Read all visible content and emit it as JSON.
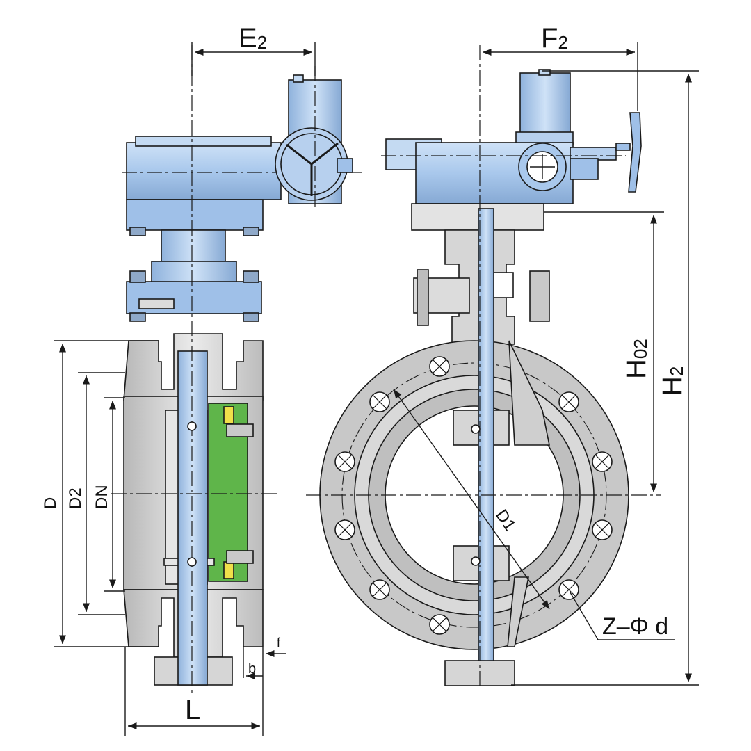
{
  "labels": {
    "e2": "E",
    "e2_sub": "2",
    "f2": "F",
    "f2_sub": "2",
    "h02": "H",
    "h02_sub": "02",
    "h2": "H",
    "h2_sub": "2",
    "d": "D",
    "d2": "D2",
    "dn": "DN",
    "d1": "D1",
    "l": "L",
    "b": "b",
    "f": "f",
    "zphid": "Z–Φ d"
  },
  "colors": {
    "line": "#1a1a1a",
    "actuator_blue": "#a9c8ec",
    "shaft_blue": "#8fb5e0",
    "body_grey": "#cfcfcf",
    "body_light": "#e3e3e3",
    "seal_green": "#5fb54a",
    "accent_yellow": "#f0e04a"
  }
}
